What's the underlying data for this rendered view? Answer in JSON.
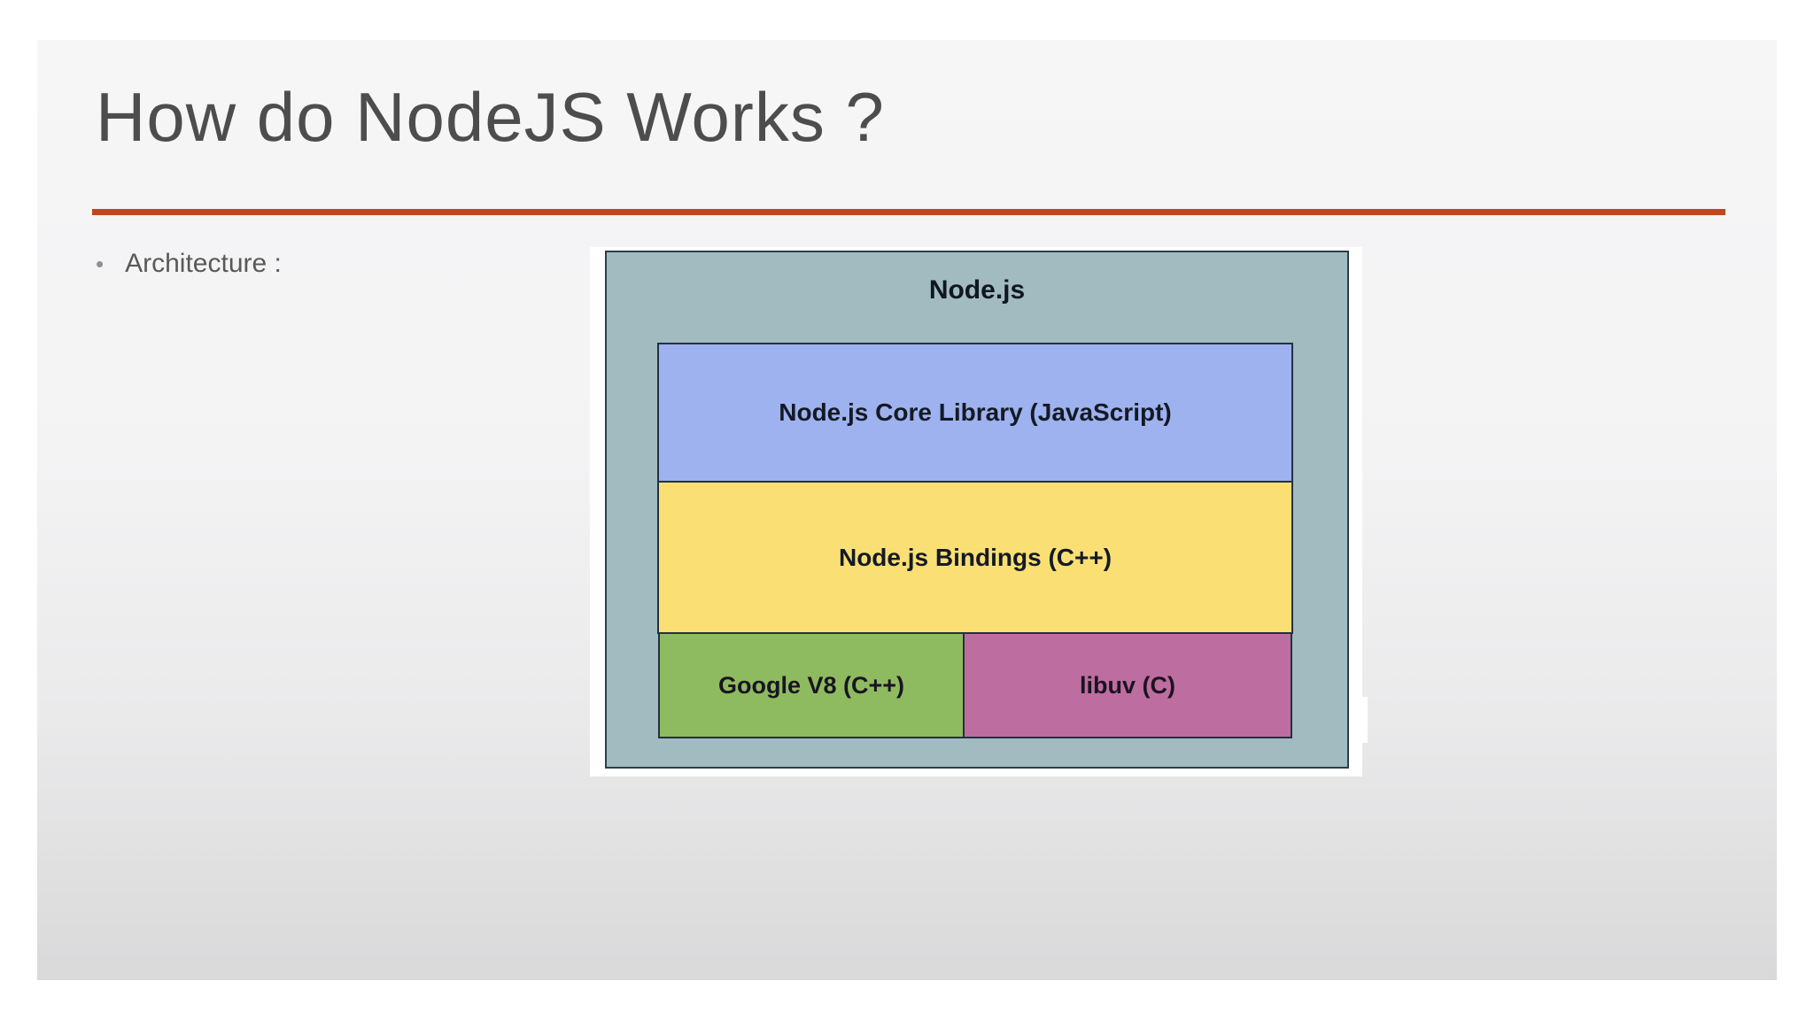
{
  "slide": {
    "title": "How do NodeJS Works ?",
    "title_color": "#4d4d4d",
    "divider_color": "#c0461e",
    "bullet": {
      "marker": "•",
      "text": "Architecture :"
    }
  },
  "diagram": {
    "container_label": "Node.js",
    "container_color": "#a2bbc1",
    "frame_color": "#ffffff",
    "border_color": "#2e3e47",
    "layers": [
      {
        "label": "Node.js Core Library (JavaScript)",
        "color": "#9eb2f0"
      },
      {
        "label": "Node.js Bindings (C++)",
        "color": "#fadf74"
      }
    ],
    "engines": [
      {
        "label": "Google V8 (C++)",
        "color": "#8ebb5f"
      },
      {
        "label": "libuv (C)",
        "color": "#be6da0"
      }
    ]
  }
}
